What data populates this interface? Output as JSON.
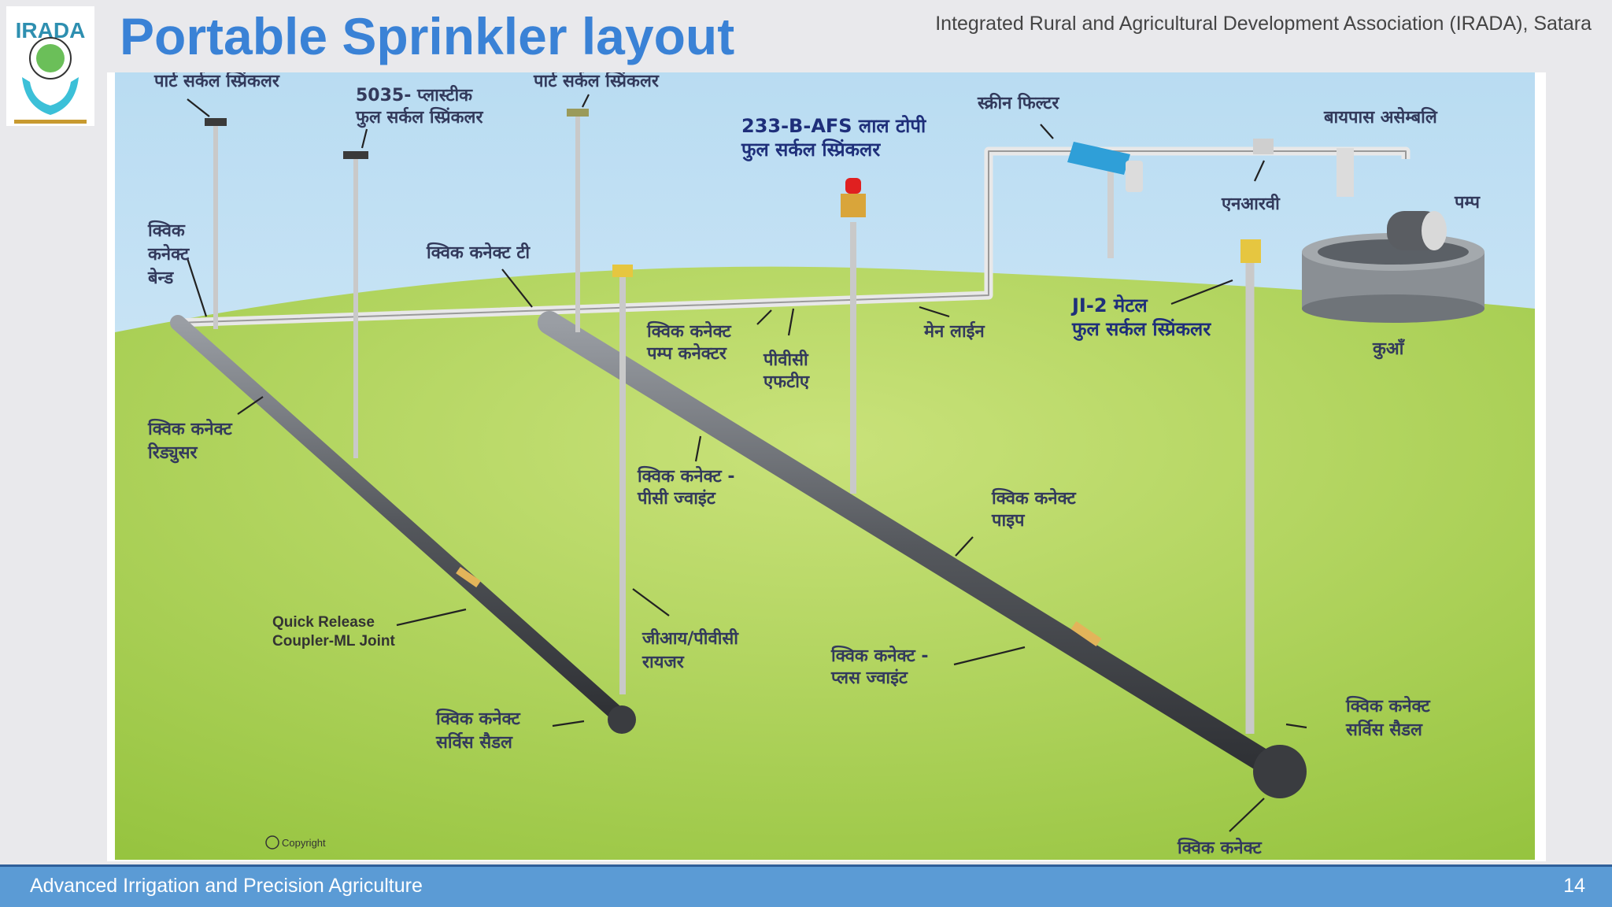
{
  "header": {
    "title": "Portable Sprinkler layout",
    "organization": "Integrated Rural and Agricultural Development Association (IRADA), Satara"
  },
  "logo": {
    "text": "IRADA",
    "icon": "hands-with-globe-logo"
  },
  "diagram": {
    "labels": {
      "part_circle_sprinkler_1": "पार्ट सर्कल स्प्रिंकलर",
      "plastic_sprinkler_line1": "5035- प्लास्टीक",
      "plastic_sprinkler_line2": "फुल सर्कल स्प्रिंकलर",
      "part_circle_sprinkler_2": "पार्ट सर्कल स्प्रिंकलर",
      "red_cap_line1": "233-B-AFS लाल टोपी",
      "red_cap_line2": "फुल सर्कल स्प्रिंकलर",
      "screen_filter": "स्क्रीन फिल्टर",
      "bypass_assembly": "बायपास असेम्बलि",
      "nrv": "एनआरवी",
      "pump": "पम्प",
      "bend_line1": "क्विक",
      "bend_line2": "कनेक्ट",
      "bend_line3": "बेन्ड",
      "tee": "क्विक कनेक्ट टी",
      "pump_connector_line1": "क्विक कनेक्ट",
      "pump_connector_line2": "पम्प कनेक्टर",
      "pvc_fta_line1": "पीवीसी",
      "pvc_fta_line2": "एफटीए",
      "main_line": "मेन लाईन",
      "metal_sprinkler_line1": "JI-2  मेटल",
      "metal_sprinkler_line2": "फुल सर्कल स्प्रिंकलर",
      "well": "कुआँ",
      "reducer_line1": "क्विक कनेक्ट",
      "reducer_line2": "रिड्युसर",
      "pc_joint_line1": "क्विक कनेक्ट -",
      "pc_joint_line2": "पीसी ज्वाइंट",
      "pipe_line1": "क्विक कनेक्ट",
      "pipe_line2": "पाइप",
      "coupler_line1": "Quick Release",
      "coupler_line2": "Coupler-ML Joint",
      "riser_line1": "जीआय/पीवीसी",
      "riser_line2": "रायजर",
      "plus_joint_line1": "क्विक कनेक्ट -",
      "plus_joint_line2": "प्लस ज्वाइंट",
      "saddle_left_line1": "क्विक कनेक्ट",
      "saddle_left_line2": "सर्विस सैडल",
      "saddle_right_line1": "क्विक कनेक्ट",
      "saddle_right_line2": "सर्विस सैडल",
      "end_connector": "क्विक कनेक्ट",
      "copyright": "Copyright"
    },
    "colors": {
      "sky": "#cfe6f5",
      "grass": "#a9cf4a",
      "pipe": "#4a4d52",
      "filter": "#2f9fd8",
      "sprinkler_cap": "#e02020",
      "brass": "#e6c640"
    }
  },
  "footer": {
    "course": "Advanced Irrigation and Precision Agriculture",
    "page_number": "14"
  }
}
